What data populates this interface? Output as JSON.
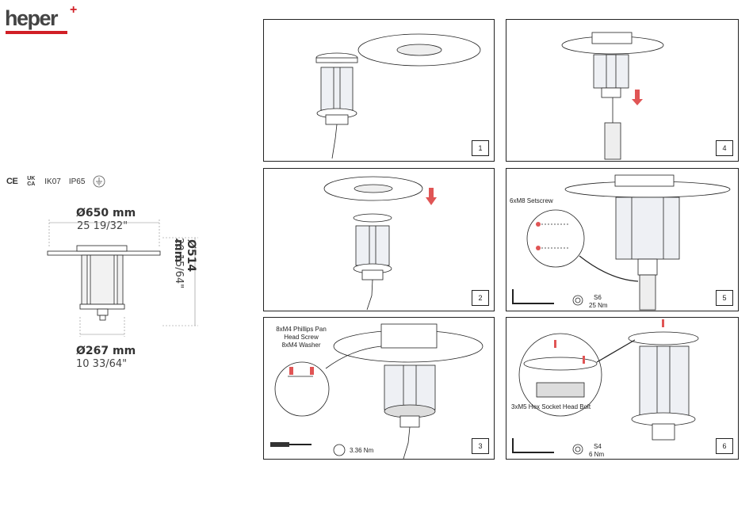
{
  "brand": {
    "name": "heper",
    "mark": "+"
  },
  "certifications": {
    "ce": "CE",
    "ukca": "UK CA",
    "ik": "IK07",
    "ip": "IP65",
    "ground_icon": "earth-ground-icon"
  },
  "dimensions": {
    "top_mm": "Ø650 mm",
    "top_in": "25 19/32\"",
    "side_mm": "Ø514 mm",
    "side_in": "20 15/64\"",
    "bottom_mm": "Ø267 mm",
    "bottom_in": "10 33/64\""
  },
  "steps": [
    {
      "number": "1"
    },
    {
      "number": "2"
    },
    {
      "number": "3",
      "callout": "8xM4 Phillips Pan Head Screw 8xM4 Washer",
      "callout_lines": [
        "8xM4 Phillips Pan",
        "Head Screw",
        "8xM4 Washer"
      ],
      "torque": "3.36 Nm",
      "tool_icon": "screwdriver-icon"
    },
    {
      "number": "4"
    },
    {
      "number": "5",
      "callout": "6xM8 Setscrew",
      "tool_size": "S6",
      "torque": "25 Nm",
      "tool_icon": "allen-key-icon"
    },
    {
      "number": "6",
      "callout": "3xM5 Hex Socket Head Bolt",
      "tool_size": "S4",
      "torque": "6 Nm",
      "tool_icon": "allen-key-icon"
    }
  ],
  "colors": {
    "brand_red": "#d11f26",
    "arrow_red": "#e05555",
    "line": "#222222"
  }
}
